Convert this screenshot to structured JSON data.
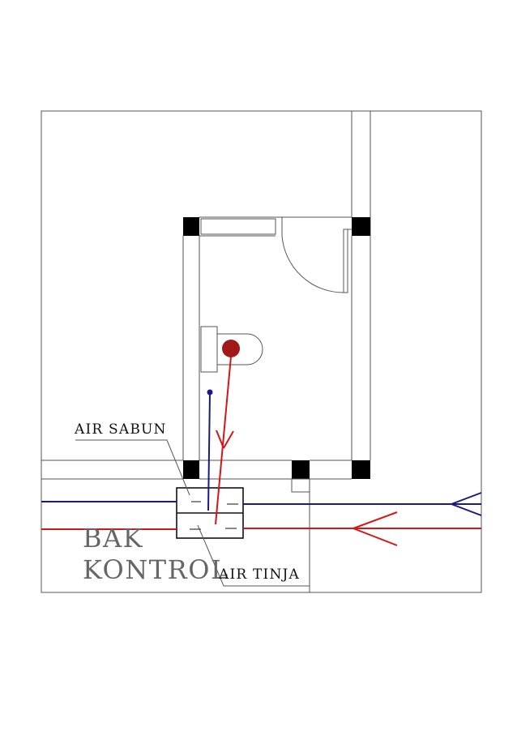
{
  "labels": {
    "air_sabun": "AIR SABUN",
    "bak_kontrol_line1": "BAK",
    "bak_kontrol_line2": "KONTROL",
    "air_tinja": "AIR TINJA"
  },
  "colors": {
    "soap_water_pipe": "#1a1a80",
    "sewage_pipe": "#d41616",
    "toilet_outlet": "#a01818",
    "column": "#000000",
    "line": "#555555"
  }
}
